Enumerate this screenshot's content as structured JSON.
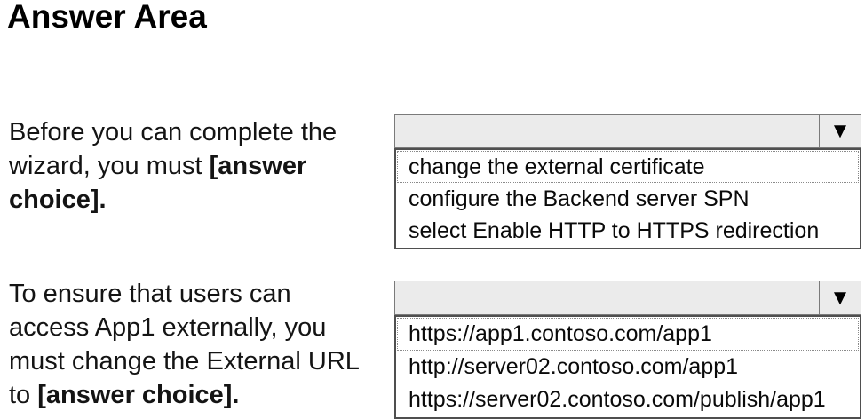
{
  "page": {
    "title": "Answer Area"
  },
  "icons": {
    "dropdown_arrow": "▼"
  },
  "colors": {
    "combo_fill": "#ebebeb",
    "combo_border": "#7a7a7a",
    "list_border": "#4f4f4f",
    "text": "#141414"
  },
  "questions": [
    {
      "prompt_regular": "Before you can complete the wizard, you must ",
      "prompt_bold": "[answer choice].",
      "dropdown": {
        "selected_value": ""
      },
      "options": [
        "change the external certificate",
        "configure the Backend server SPN",
        "select Enable HTTP to HTTPS redirection"
      ]
    },
    {
      "prompt_regular": "To ensure that users can access App1 externally, you must change the External URL to ",
      "prompt_bold": "[answer choice].",
      "dropdown": {
        "selected_value": ""
      },
      "options": [
        "https://app1.contoso.com/app1",
        "http://server02.contoso.com/app1",
        "https://server02.contoso.com/publish/app1"
      ]
    }
  ]
}
